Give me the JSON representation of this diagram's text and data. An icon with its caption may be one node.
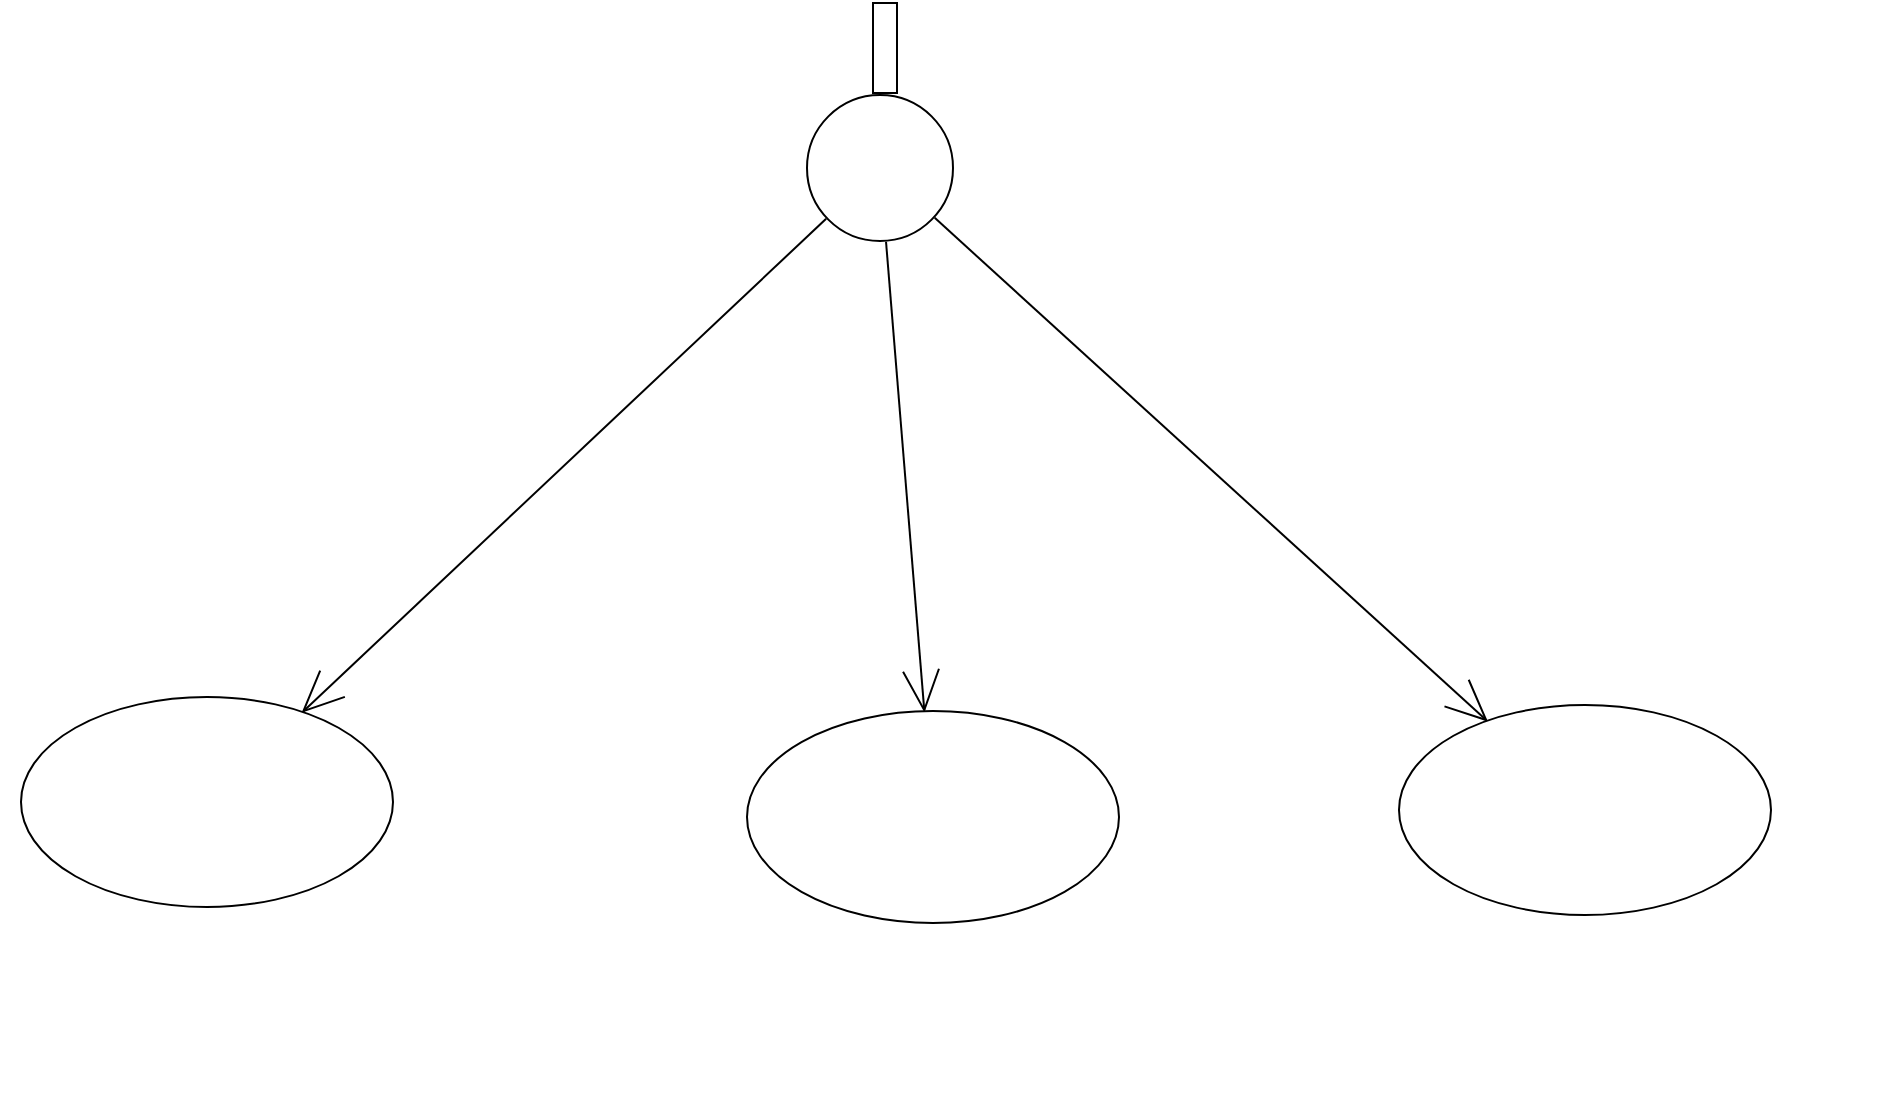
{
  "diagram": {
    "nodes": [
      {
        "text": [],
        "shape": "box"
      },
      {
        "text": [],
        "shape": "circle"
      },
      {
        "text": [],
        "shape": "ellipse"
      },
      {
        "text": [],
        "shape": "ellipse"
      },
      {
        "text": [],
        "shape": "ellipse"
      }
    ],
    "edges": [
      {
        "from": 1,
        "to": 2,
        "arrow": "to"
      },
      {
        "from": 1,
        "to": 3,
        "arrow": "to"
      },
      {
        "from": 1,
        "to": 4,
        "arrow": "to"
      }
    ]
  }
}
